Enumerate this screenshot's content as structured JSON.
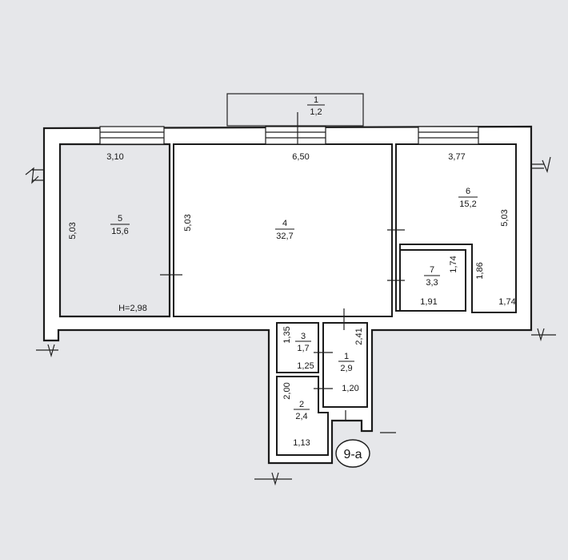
{
  "balcony": {
    "number": "1",
    "area": "1,2"
  },
  "rooms": {
    "r5": {
      "number": "5",
      "area": "15,6"
    },
    "r4": {
      "number": "4",
      "area": "32,7"
    },
    "r6": {
      "number": "6",
      "area": "15,2"
    },
    "r7": {
      "number": "7",
      "area": "3,3"
    },
    "r3": {
      "number": "3",
      "area": "1,7"
    },
    "r1": {
      "number": "1",
      "area": "2,9"
    },
    "r2": {
      "number": "2",
      "area": "2,4"
    }
  },
  "dimensions": {
    "r5_width": "3,10",
    "r5_depth": "5,03",
    "r4_width": "6,50",
    "r4_depth": "5,03",
    "r6_width": "3,77",
    "r6_depth": "5,03",
    "r7_depth": "1,74",
    "r7_notch": "1,86",
    "r7_width": "1,91",
    "r6_bottom": "1,74",
    "r3_depth": "1,35",
    "r3_width": "1,25",
    "hall_depth": "2,41",
    "r2_depth": "2,00",
    "hall_width": "1,20",
    "r2_width": "1,13"
  },
  "ceiling_height": "H=2,98",
  "apartment_tag": "9-а"
}
